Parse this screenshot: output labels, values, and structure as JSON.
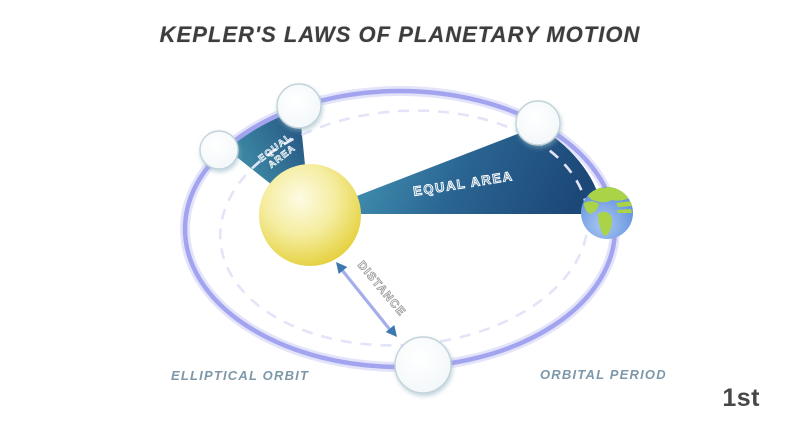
{
  "title": "KEPLER'S LAWS OF PLANETARY MOTION",
  "slide_number": "1st",
  "diagram": {
    "equal_area_left_1": "EQUAL",
    "equal_area_left_2": "AREA",
    "equal_area_right": "EQUAL AREA",
    "distance": "DISTANCE",
    "elliptical_orbit": "ELLIPTICAL ORBIT",
    "orbital_period": "ORBITAL PERIOD"
  },
  "colors": {
    "orbit": "#a3a4ef",
    "orbit_glow": "#d4d4f8",
    "dashed": "#e4e4f9",
    "wedge_navy": "#1c4877",
    "wedge_teal": "#4aa2bc",
    "wedge_left_dark": "#24517f",
    "wedge_left_teal": "#47a0b5",
    "sun_core": "#fdfbe4",
    "sun_mid": "#f5eda0",
    "sun_edge": "#e5d13e",
    "planet_rim": "#c3d3da",
    "planet_shadow": "#8fb3bf",
    "earth_ocean": "#6e9ae2",
    "earth_ocean_light": "#aac8f0",
    "earth_land": "#abd348",
    "arrow_shaft": "#a6adeb",
    "arrow_head": "#3b79ae",
    "label_blue": "#7e98aa",
    "title_gray": "#3d3d3d",
    "badge_gray": "#474747"
  }
}
